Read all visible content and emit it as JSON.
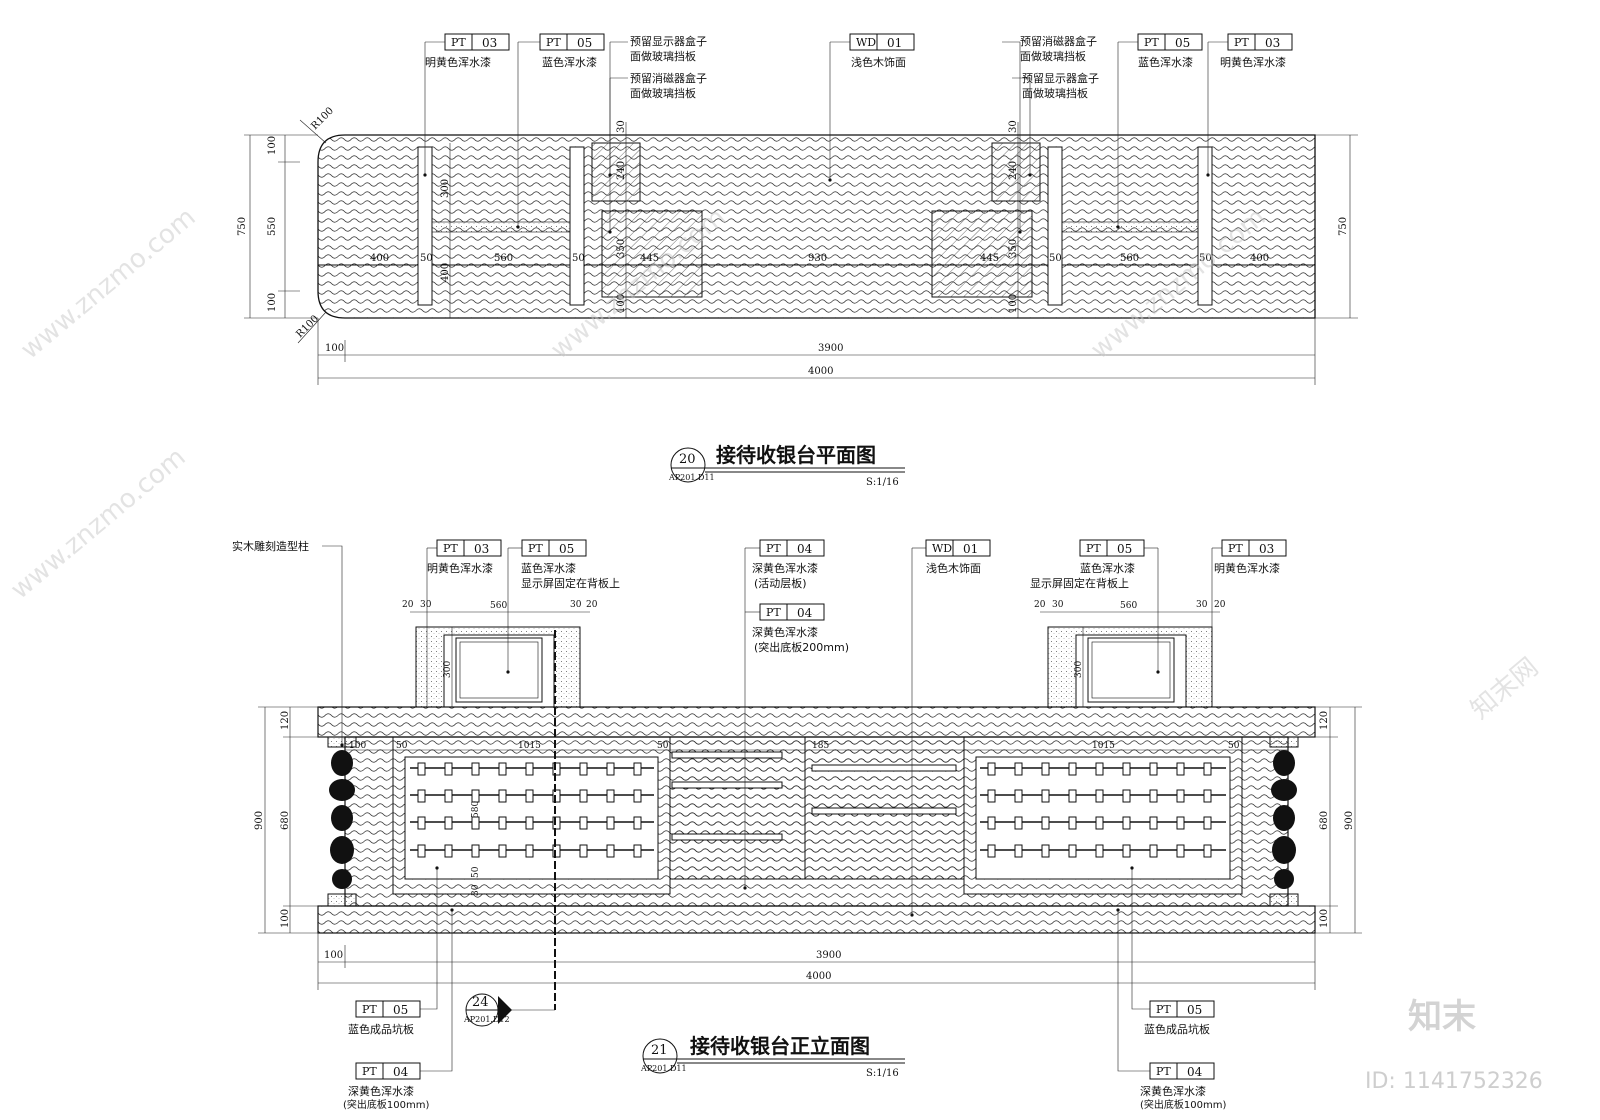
{
  "plan": {
    "title": "接待收银台平面图",
    "ref_number": "20",
    "ref_sheet": "AP201.D11",
    "scale": "S:1/16",
    "radius_label": "R100",
    "tags": [
      {
        "code": "PT",
        "num": "03",
        "desc": "明黄色浑水漆"
      },
      {
        "code": "PT",
        "num": "05",
        "desc": "蓝色浑水漆"
      },
      {
        "code": "WD",
        "num": "01",
        "desc": "浅色木饰面"
      },
      {
        "code": "PT",
        "num": "05",
        "desc": "蓝色浑水漆"
      },
      {
        "code": "PT",
        "num": "03",
        "desc": "明黄色浑水漆"
      }
    ],
    "notes_left": [
      "预留显示器盒子",
      "面做玻璃挡板",
      "预留消磁器盒子",
      "面做玻璃挡板"
    ],
    "notes_right": [
      "预留消磁器盒子",
      "面做玻璃挡板",
      "预留显示器盒子",
      "面做玻璃挡板"
    ],
    "dims_h": [
      "400",
      "50",
      "560",
      "50",
      "445",
      "930",
      "445",
      "50",
      "560",
      "50",
      "400"
    ],
    "dims_v_left": [
      "100",
      "550",
      "100",
      "750"
    ],
    "dims_v_right": [
      "750"
    ],
    "dims_inner_left": [
      "300",
      "400",
      "30",
      "240",
      "350",
      "100"
    ],
    "dims_inner_right": [
      "30",
      "240",
      "350",
      "100"
    ],
    "overall": [
      "100",
      "3900",
      "4000"
    ]
  },
  "elevation": {
    "title": "接待收银台正立面图",
    "ref_number": "21",
    "ref_sheet": "AP201.D11",
    "scale": "S:1/16",
    "section_ref_number": "24",
    "section_ref_sheet": "AP201.D12",
    "column_label": "实木雕刻造型柱",
    "tags_top": [
      {
        "code": "PT",
        "num": "03",
        "desc": "明黄色浑水漆",
        "desc2": ""
      },
      {
        "code": "PT",
        "num": "05",
        "desc": "蓝色浑水漆",
        "desc2": "显示屏固定在背板上"
      },
      {
        "code": "PT",
        "num": "04",
        "desc": "深黄色浑水漆",
        "desc2": "(活动层板)"
      },
      {
        "code": "WD",
        "num": "01",
        "desc": "浅色木饰面",
        "desc2": ""
      },
      {
        "code": "PT",
        "num": "05",
        "desc": "蓝色浑水漆",
        "desc2": "显示屏固定在背板上"
      },
      {
        "code": "PT",
        "num": "03",
        "desc": "明黄色浑水漆",
        "desc2": ""
      }
    ],
    "tag_mid": {
      "code": "PT",
      "num": "04",
      "desc": "深黄色浑水漆",
      "desc2": "(突出底板200mm)"
    },
    "tags_bottom": [
      {
        "code": "PT",
        "num": "05",
        "desc": "蓝色成品坑板",
        "desc2": ""
      },
      {
        "code": "PT",
        "num": "04",
        "desc": "深黄色浑水漆",
        "desc2": "(突出底板100mm)"
      },
      {
        "code": "PT",
        "num": "05",
        "desc": "蓝色成品坑板",
        "desc2": ""
      },
      {
        "code": "PT",
        "num": "04",
        "desc": "深黄色浑水漆",
        "desc2": "(突出底板100mm)"
      }
    ],
    "dims_top": [
      "20",
      "30",
      "560",
      "30",
      "20"
    ],
    "dims_inner": [
      "1015",
      "50",
      "185",
      "50",
      "1015",
      "50",
      "100",
      "580",
      "30",
      "50",
      "100"
    ],
    "dims_v_left": [
      "900",
      "120",
      "680",
      "100"
    ],
    "dims_v_right": [
      "120",
      "680",
      "900",
      "100"
    ],
    "dim_300": "300",
    "overall": [
      "100",
      "3900",
      "4000"
    ]
  },
  "watermark": {
    "logo": "知末",
    "id_text": "ID: 1141752326",
    "site": "www.znzmo.com",
    "brand": "知末网"
  }
}
